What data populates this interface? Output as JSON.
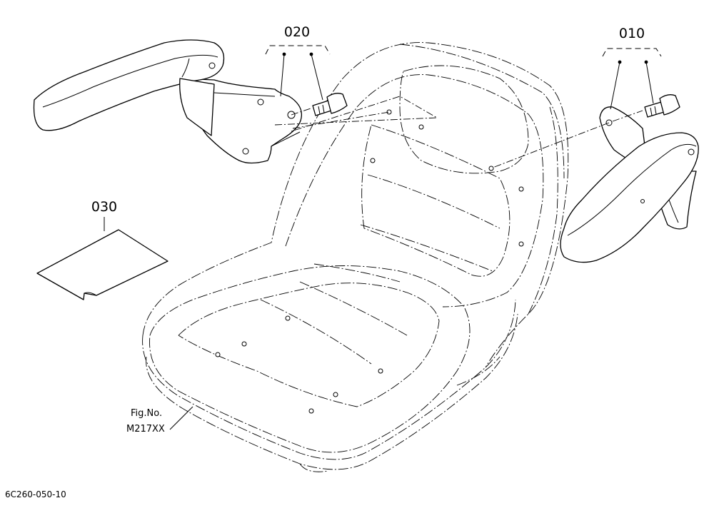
{
  "callouts": {
    "part_010": "010",
    "part_020": "020",
    "part_030": "030"
  },
  "figure": {
    "fig_label": "Fig.No.",
    "fig_number": "M217XX"
  },
  "drawing_code": "6C260-050-10"
}
